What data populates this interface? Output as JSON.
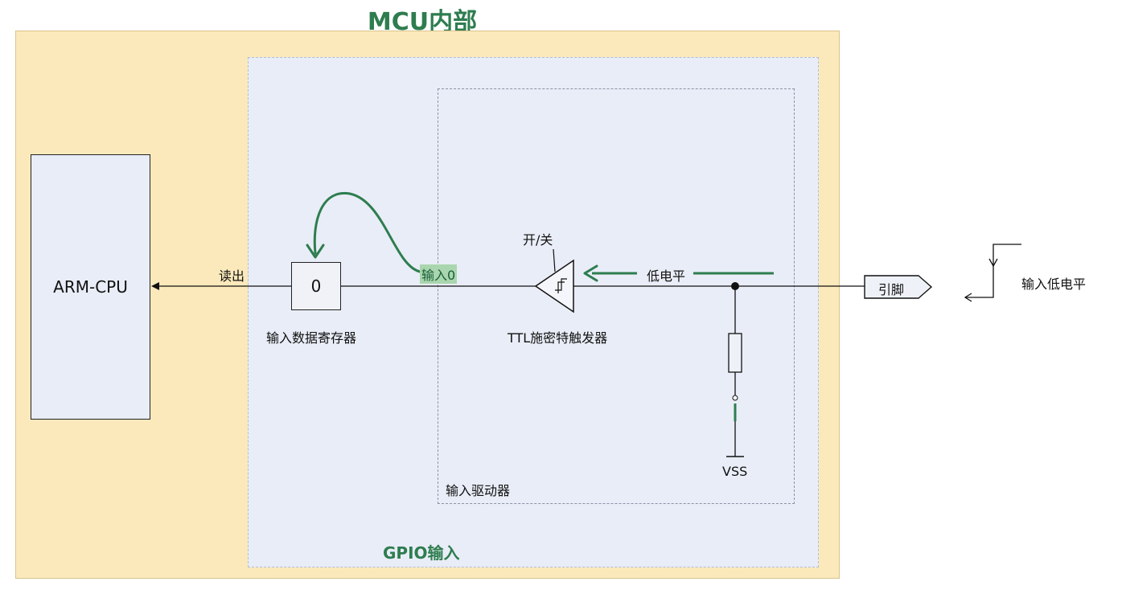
{
  "title": "MCU内部",
  "labels": {
    "cpu": "ARM-CPU",
    "read_out": "读出",
    "register_value": "0",
    "register_name": "输入数据寄存器",
    "input_zero": "输入0",
    "switch": "开/关",
    "schmitt": "TTL施密特触发器",
    "low_level": "低电平",
    "pin": "引脚",
    "vss": "VSS",
    "driver": "输入驱动器",
    "gpio": "GPIO输入",
    "input_low": "输入低电平"
  },
  "colors": {
    "mcu_bg": "#fbe9bb",
    "gpio_bg": "#e9edf7",
    "accent_green": "#2e7d4f",
    "highlight": "#a9d6ae"
  }
}
